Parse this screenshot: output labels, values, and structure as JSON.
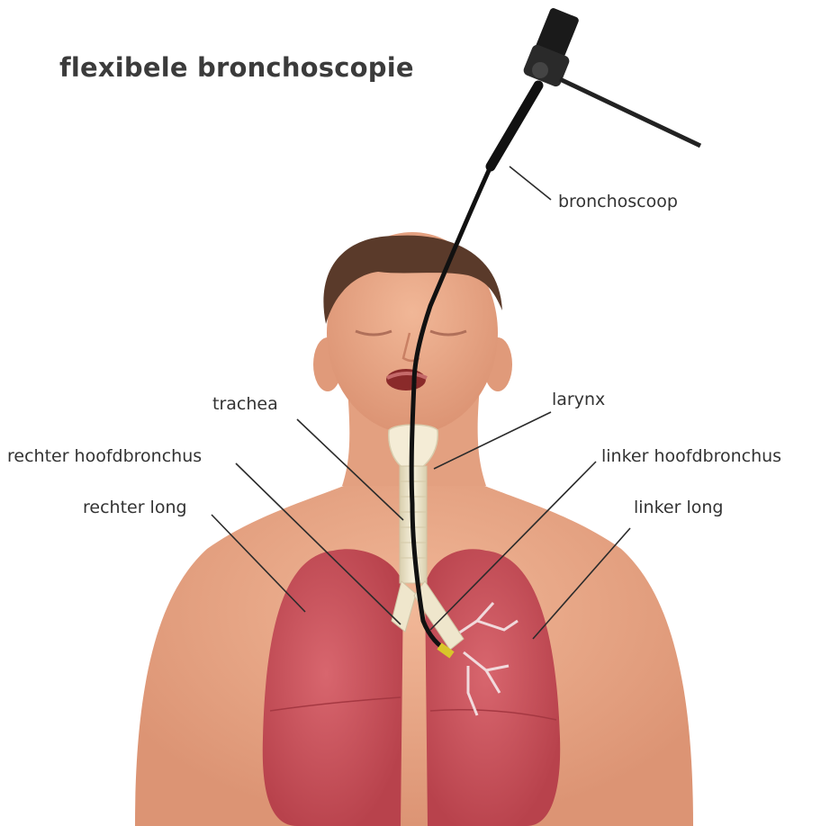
{
  "title": "flexibele bronchoscopie",
  "labels": {
    "bronchoscope": "bronchoscoop",
    "trachea": "trachea",
    "larynx": "larynx",
    "right_main_bronchus": "rechter hoofdbronchus",
    "left_main_bronchus": "linker hoofdbronchus",
    "right_lung": "rechter long",
    "left_lung": "linker long"
  },
  "colors": {
    "skin": "#e8a585",
    "skin_shadow": "#d98c6c",
    "hair": "#5a3a2a",
    "lung": "#c9525c",
    "lung_light": "#d86a72",
    "trachea": "#efe6cc",
    "scope": "#111111",
    "leader_line": "#2b2b2b",
    "text": "#333333"
  }
}
